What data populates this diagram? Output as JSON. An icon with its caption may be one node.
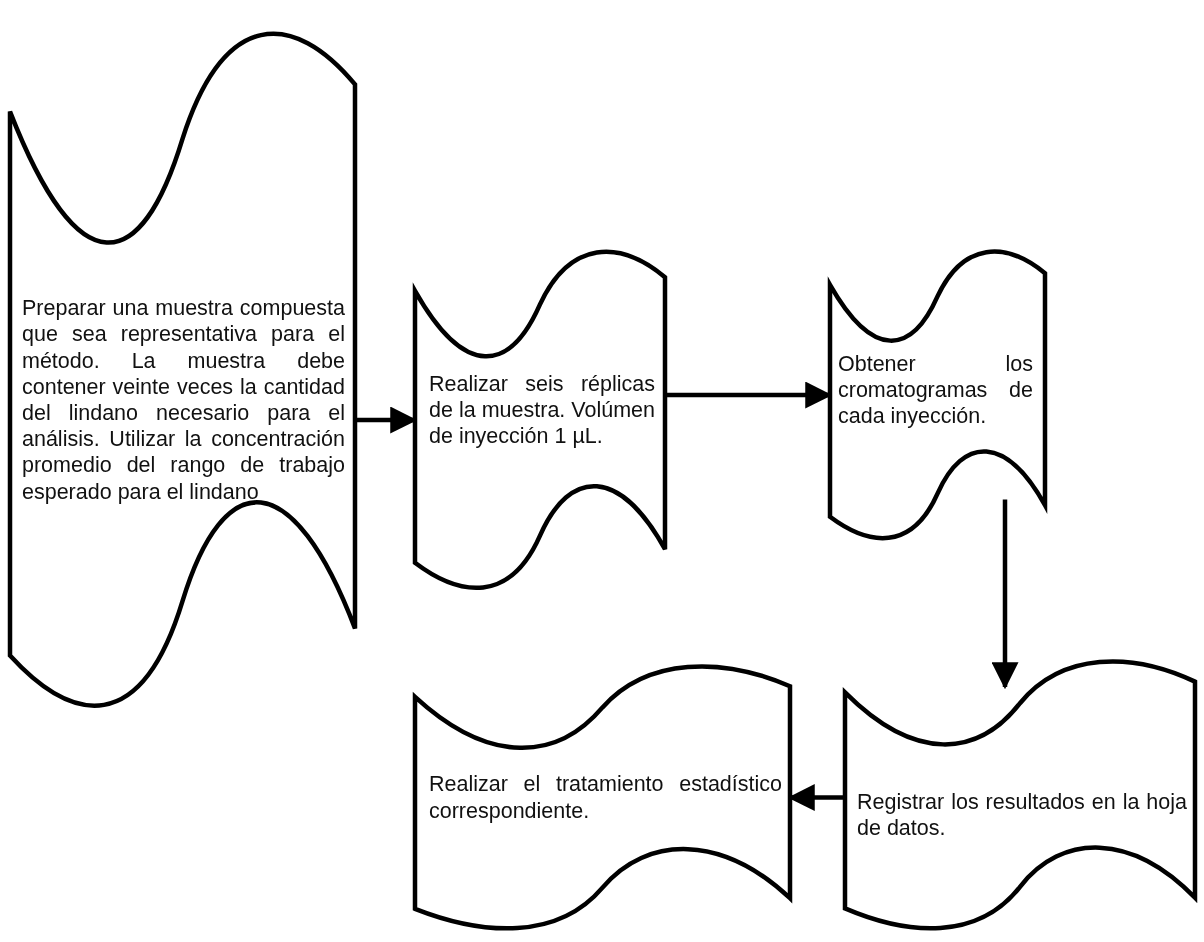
{
  "diagram": {
    "nodes": [
      {
        "text": [
          "Preparar una muestra compuesta que sea representativa para el método. La muestra debe contener veinte veces la cantidad del lindano necesario para el análisis. Utilizar la concentración promedio del rango de trabajo esperado para el lindano"
        ]
      },
      {
        "text": [
          "Realizar seis réplicas de la muestra. Volúmen de inyección 1 µL."
        ]
      },
      {
        "text": [
          "Obtener los cromatogramas de cada inyección."
        ]
      },
      {
        "text": [
          "Registrar los resultados en la hoja de datos."
        ]
      },
      {
        "text": [
          "Realizar el tratamiento estadístico correspondiente."
        ]
      }
    ],
    "edges": [
      {
        "from": 0,
        "to": 1,
        "arrow": "to"
      },
      {
        "from": 1,
        "to": 2,
        "arrow": "to"
      },
      {
        "from": 2,
        "to": 3,
        "arrow": "to"
      },
      {
        "from": 3,
        "to": 4,
        "arrow": "to"
      }
    ]
  }
}
